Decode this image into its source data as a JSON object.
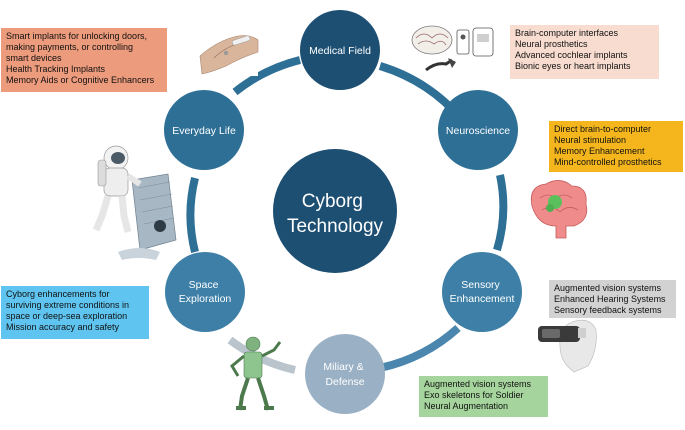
{
  "center": {
    "lines": [
      "Cyborg",
      "Technology"
    ]
  },
  "nodes": [
    {
      "id": "medical",
      "lines": [
        "Medical Field"
      ],
      "color": "#1d4f73"
    },
    {
      "id": "neuroscience",
      "lines": [
        "Neuroscience"
      ],
      "color": "#2e6f96"
    },
    {
      "id": "sensory",
      "lines": [
        "Sensory",
        "Enhancement"
      ],
      "color": "#3d7fa6"
    },
    {
      "id": "military",
      "lines": [
        "Miliary &",
        "Defense"
      ],
      "color": "#9ab0c4"
    },
    {
      "id": "space",
      "lines": [
        "Space",
        "Exploration"
      ],
      "color": "#3d7fa6"
    },
    {
      "id": "everyday",
      "lines": [
        "Everyday Life"
      ],
      "color": "#2e6f96"
    }
  ],
  "boxes": [
    {
      "id": "everyday",
      "color": "#ec9b7c",
      "items": [
        "Smart implants for unlocking doors,",
        "making payments, or controlling",
        "smart devices",
        "Health Tracking Implants",
        "Memory Aids or Cognitive Enhancers"
      ]
    },
    {
      "id": "medical",
      "color": "#f7dccf",
      "items": [
        "Brain-computer interfaces",
        "Neural prosthetics",
        "Advanced cochlear implants",
        "Bionic eyes or heart implants"
      ]
    },
    {
      "id": "neuroscience",
      "color": "#f4b61c",
      "items": [
        "Direct brain-to-computer",
        "Neural stimulation",
        "Memory Enhancement",
        "Mind-controlled prosthetics"
      ]
    },
    {
      "id": "sensory",
      "color": "#d2d2d2",
      "items": [
        "Augmented vision systems",
        "Enhanced Hearing Systems",
        "Sensory feedback systems"
      ]
    },
    {
      "id": "military",
      "color": "#a5d49c",
      "items": [
        "Augmented vision systems",
        "Exo skeletons for Soldier",
        "Neural Augmentation"
      ]
    },
    {
      "id": "space",
      "color": "#5fc4f0",
      "items": [
        "Cyborg enhancements for",
        "surviving extreme conditions in",
        "space or deep-sea exploration",
        "Mission accuracy and safety"
      ]
    }
  ],
  "colors": {
    "ring": "#2e6f96",
    "center": "#1d4f73"
  },
  "icons": [
    "hand-implant-icon",
    "brain-chip-icon",
    "brain-icon",
    "vr-headset-icon",
    "exoskeleton-soldier-icon",
    "astronaut-icon"
  ]
}
